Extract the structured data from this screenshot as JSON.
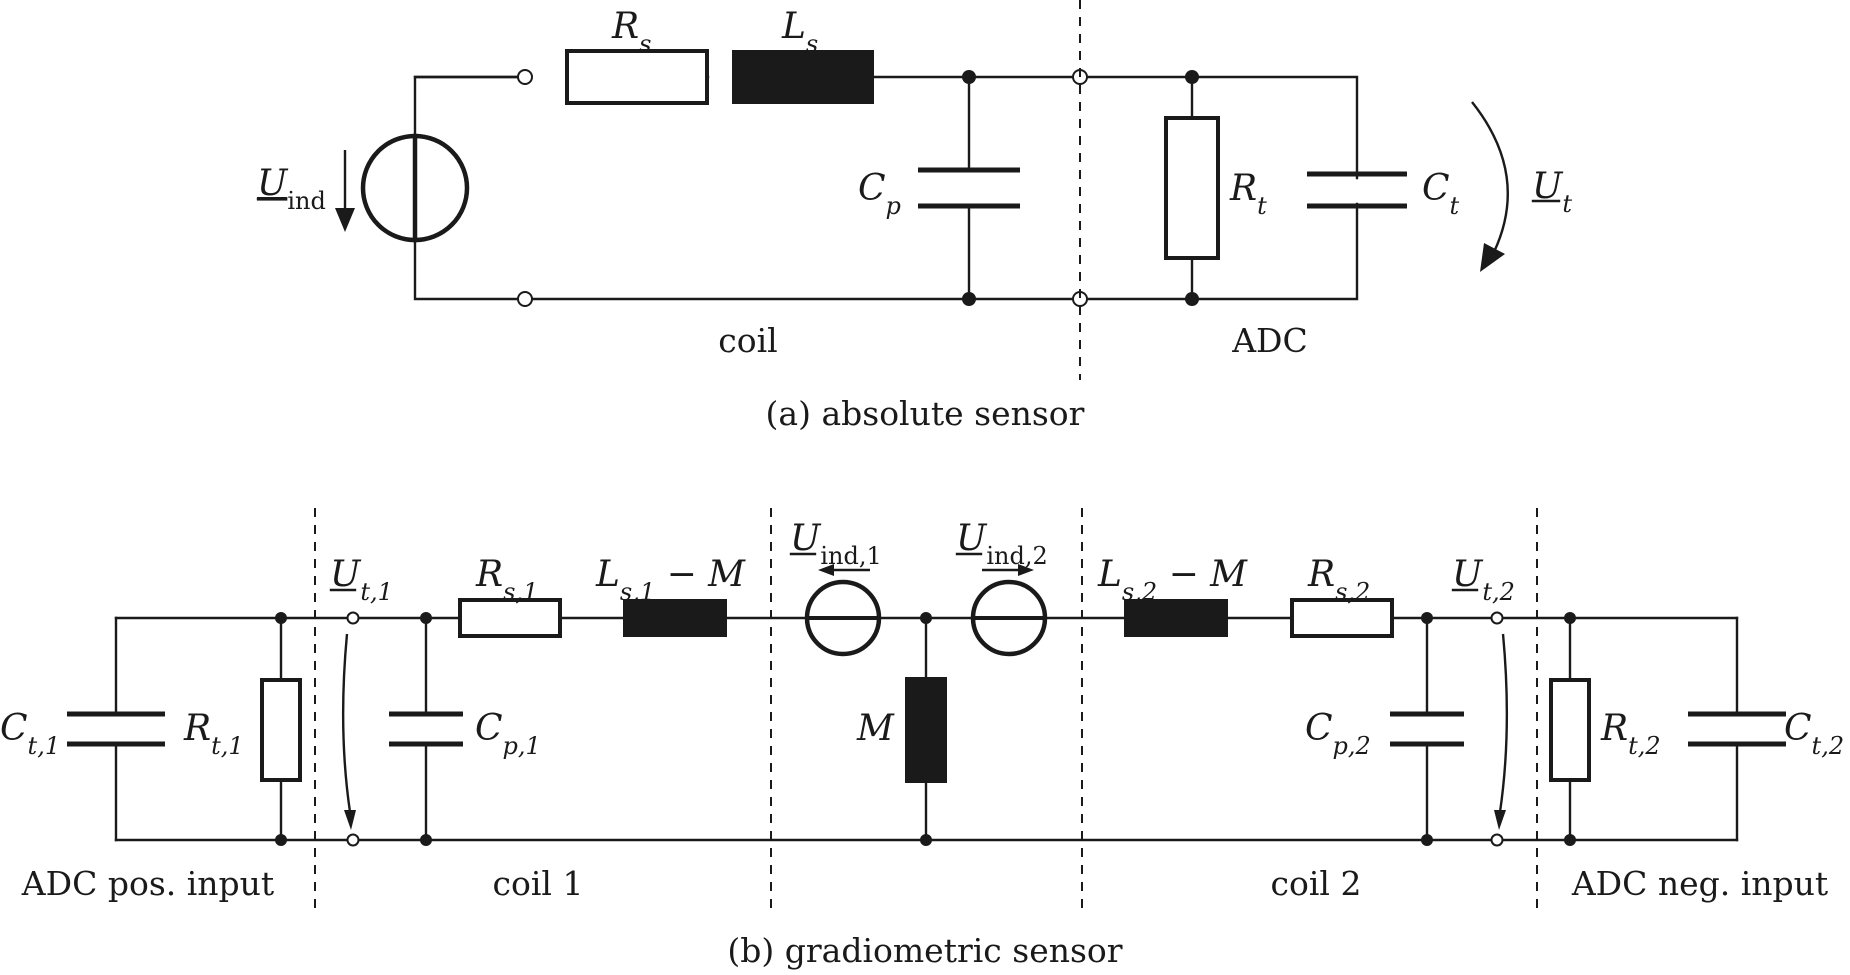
{
  "panel_a": {
    "caption": "(a) absolute sensor",
    "labels": {
      "Rs": {
        "main": "R",
        "sub": "s"
      },
      "Ls": {
        "main": "L",
        "sub": "s"
      },
      "Cp": {
        "main": "C",
        "sub": "p"
      },
      "Rt": {
        "main": "R",
        "sub": "t"
      },
      "Ct": {
        "main": "C",
        "sub": "t"
      },
      "Uind": {
        "main": "U",
        "sub": "ind"
      },
      "Ut": {
        "main": "U",
        "sub": "t"
      }
    },
    "section_coil": "coil",
    "section_adc": "ADC"
  },
  "panel_b": {
    "caption": "(b) gradiometric sensor",
    "labels": {
      "Ct1": {
        "main": "C",
        "sub": "t,1"
      },
      "Rt1": {
        "main": "R",
        "sub": "t,1"
      },
      "Ut1": {
        "main": "U",
        "sub": "t,1"
      },
      "Cp1": {
        "main": "C",
        "sub": "p,1"
      },
      "Rs1": {
        "main": "R",
        "sub": "s,1"
      },
      "Ls1M": {
        "main": "L",
        "sub": "s,1",
        "suffix": " − M"
      },
      "Uind1": {
        "main": "U",
        "sub": "ind,1"
      },
      "Uind2": {
        "main": "U",
        "sub": "ind,2"
      },
      "M": {
        "main": "M"
      },
      "Ls2M": {
        "main": "L",
        "sub": "s,2",
        "suffix": " − M"
      },
      "Rs2": {
        "main": "R",
        "sub": "s,2"
      },
      "Ut2": {
        "main": "U",
        "sub": "t,2"
      },
      "Cp2": {
        "main": "C",
        "sub": "p,2"
      },
      "Rt2": {
        "main": "R",
        "sub": "t,2"
      },
      "Ct2": {
        "main": "C",
        "sub": "t,2"
      }
    },
    "section_adc_pos": "ADC pos. input",
    "section_coil1": "coil 1",
    "section_coil2": "coil 2",
    "section_adc_neg": "ADC neg. input"
  }
}
